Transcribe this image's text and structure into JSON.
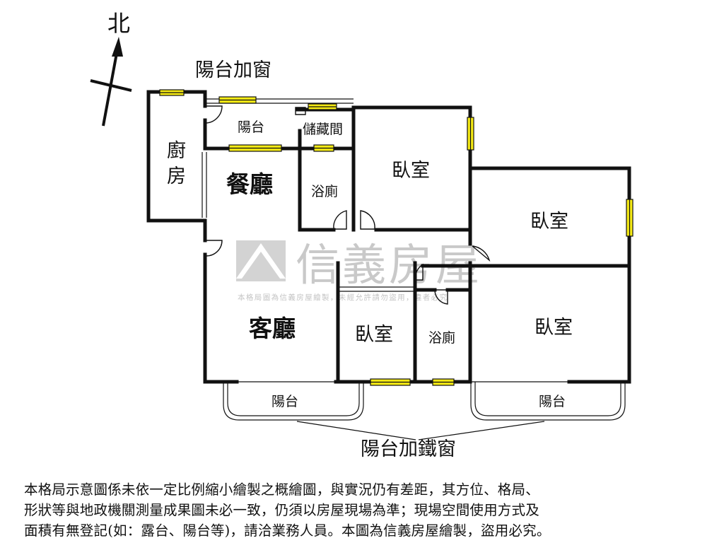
{
  "compass": {
    "label": "北",
    "icon": "north-arrow-icon"
  },
  "labels": {
    "balcony_window": "陽台加窗",
    "balcony_top": "陽台",
    "storage": "儲藏間",
    "kitchen_line1": "廚",
    "kitchen_line2": "房",
    "dining": "餐廳",
    "bath_top": "浴廁",
    "bedroom_top": "臥室",
    "bedroom_right": "臥室",
    "living": "客廳",
    "bedroom_small": "臥室",
    "bath_bottom": "浴廁",
    "bedroom_bottom_right": "臥室",
    "balcony_bottom_left": "陽台",
    "balcony_bottom_right": "陽台",
    "balcony_iron_window": "陽台加鐵窗"
  },
  "watermark": {
    "brand": "信義房屋",
    "notice": "本格局圖為信義房屋繪製，未經允許請勿盜用，違者必究"
  },
  "disclaimer": {
    "line1": "本格局示意圖係未依一定比例縮小繪製之概繪圖，與實況仍有差距，其方位、格局、",
    "line2": "形狀等與地政機關測量成果圖未必一致，仍須以房屋現場為準；現場空間使用方式及",
    "line3": "面積有無登記(如：露台、陽台等)，請洽業務人員。本圖為信義房屋繪製，盜用必究。"
  },
  "colors": {
    "wall": "#111111",
    "window": "#f5ea14",
    "watermark": "#c8c8c8"
  }
}
